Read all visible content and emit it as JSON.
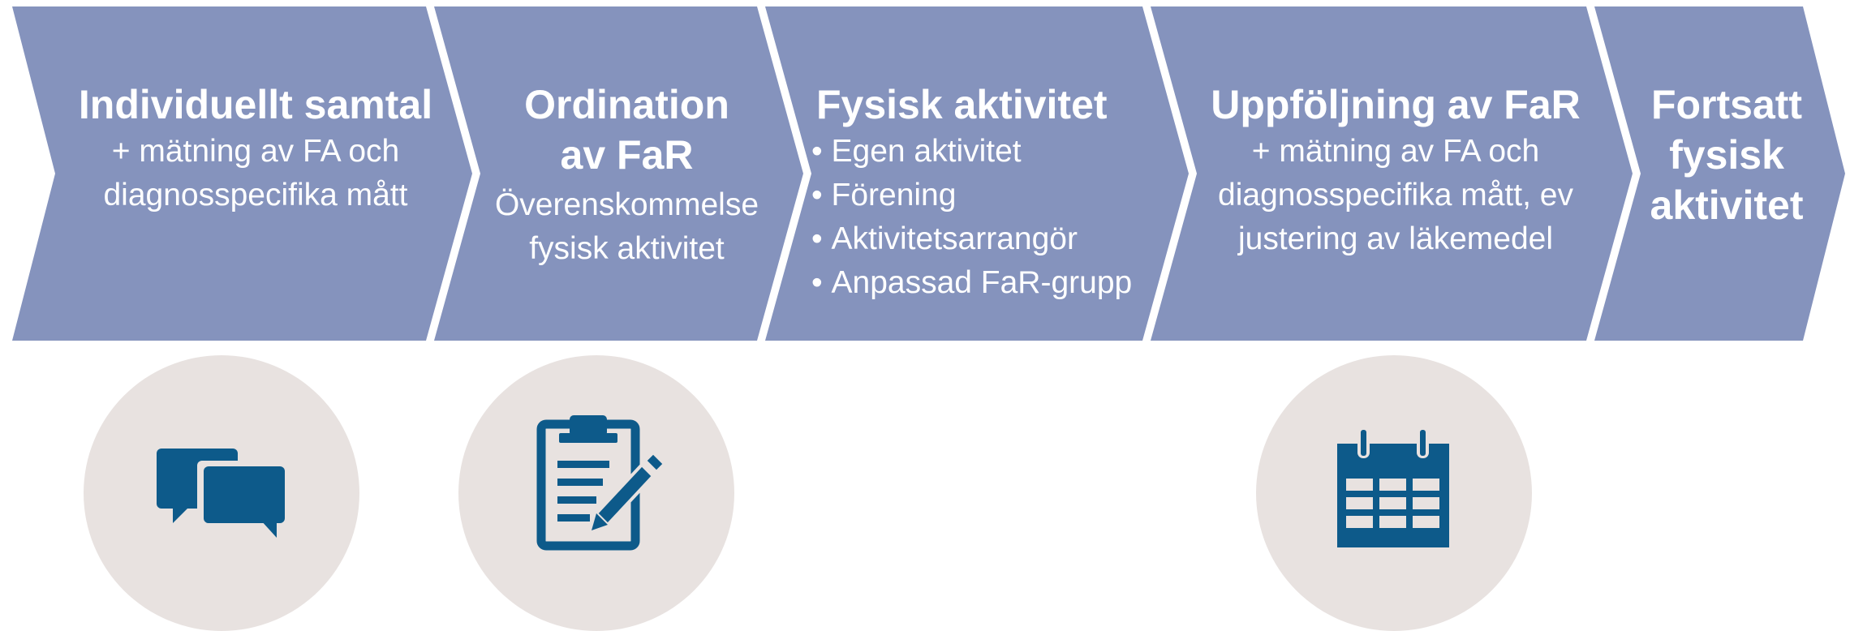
{
  "colors": {
    "chevron_fill": "#8593bd",
    "text": "#ffffff",
    "circle_bg": "#e8e2e0",
    "icon": "#0d5a8a"
  },
  "steps": [
    {
      "title": "Individuellt samtal",
      "body": [
        "+ mätning av FA och",
        "diagnosspecifika mått"
      ]
    },
    {
      "title": [
        "Ordination",
        "av FaR"
      ],
      "body": [
        "Överenskommelse",
        "fysisk aktivitet"
      ]
    },
    {
      "title": "Fysisk aktivitet",
      "items": [
        "Egen aktivitet",
        "Förening",
        "Aktivitetsarrangör",
        "Anpassad FaR-grupp"
      ]
    },
    {
      "title": "Uppföljning av FaR",
      "body": [
        "+ mätning av FA och",
        "diagnosspecifika mått, ev",
        "justering av läkemedel"
      ]
    },
    {
      "title": [
        "Fortsatt",
        "fysisk",
        "aktivitet"
      ]
    }
  ],
  "icons": [
    "chat-bubbles-icon",
    "clipboard-pencil-icon",
    "calendar-icon"
  ]
}
